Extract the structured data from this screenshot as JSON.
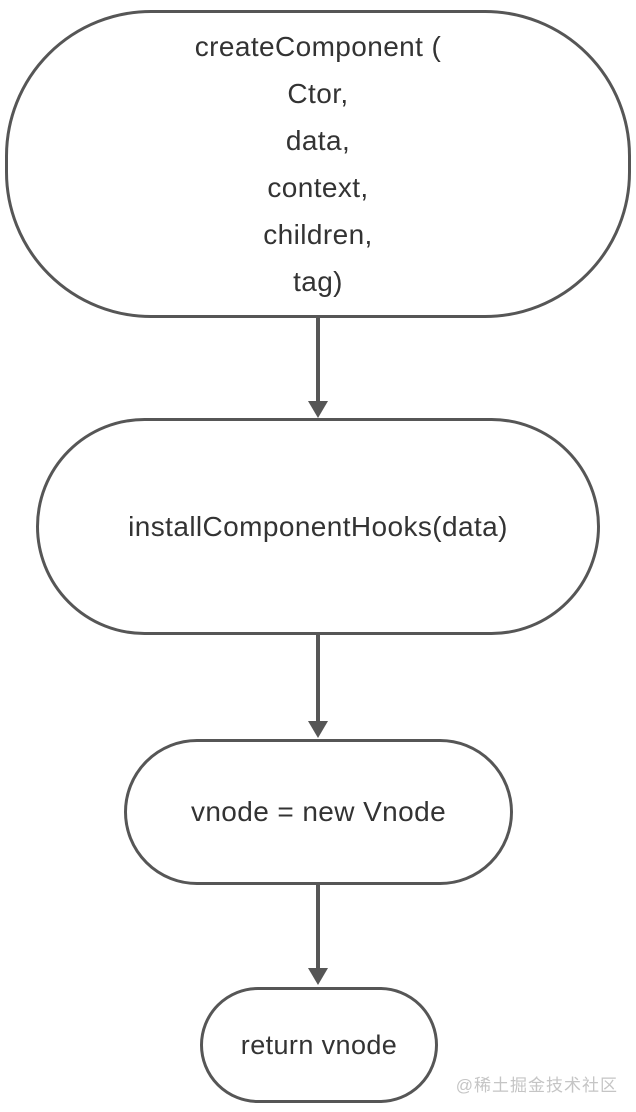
{
  "diagram": {
    "type": "flowchart",
    "colors": {
      "stroke": "#565656",
      "text": "#333333",
      "watermark": "#c5c5c5",
      "background": "#ffffff"
    },
    "nodes": [
      {
        "id": "create-component",
        "shape": "stadium",
        "lines": [
          "createComponent (",
          "Ctor,",
          "data,",
          "context,",
          "children,",
          "tag)"
        ]
      },
      {
        "id": "install-component-hooks",
        "shape": "stadium",
        "label": "installComponentHooks(data)"
      },
      {
        "id": "new-vnode",
        "shape": "stadium",
        "label": "vnode = new Vnode"
      },
      {
        "id": "return-vnode",
        "shape": "stadium",
        "label": "return vnode"
      }
    ],
    "edges": [
      {
        "from": "create-component",
        "to": "install-component-hooks",
        "style": "arrow-down"
      },
      {
        "from": "install-component-hooks",
        "to": "new-vnode",
        "style": "arrow-down"
      },
      {
        "from": "new-vnode",
        "to": "return-vnode",
        "style": "arrow-down"
      }
    ],
    "watermark": {
      "text": "@稀土掘金技术社区"
    }
  }
}
